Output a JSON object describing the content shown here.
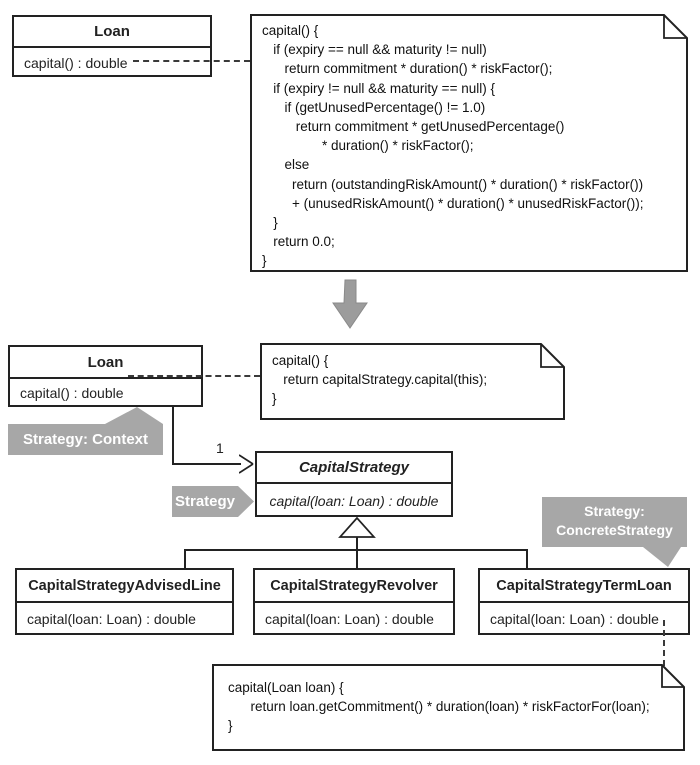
{
  "colors": {
    "line": "#222222",
    "callout_gray": "#a7a7a7",
    "arrow_gray": "#9c9c9c",
    "background": "#ffffff"
  },
  "before": {
    "loan_class": {
      "title": "Loan",
      "method": "capital() : double"
    },
    "code_note": "capital() {\n   if (expiry == null && maturity != null)\n      return commitment * duration() * riskFactor();\n   if (expiry != null && maturity == null) {\n      if (getUnusedPercentage() != 1.0)\n         return commitment * getUnusedPercentage()\n                * duration() * riskFactor();\n      else\n        return (outstandingRiskAmount() * duration() * riskFactor())\n        + (unusedRiskAmount() * duration() * unusedRiskFactor());\n   }\n   return 0.0;\n}"
  },
  "after": {
    "loan_class": {
      "title": "Loan",
      "method": "capital() : double"
    },
    "code_note": "capital() {\n   return capitalStrategy.capital(this);\n}",
    "association_multiplicity": "1",
    "capital_strategy_class": {
      "title": "CapitalStrategy",
      "method": "capital(loan: Loan) : double"
    },
    "subclasses": [
      {
        "title": "CapitalStrategyAdvisedLine",
        "method": "capital(loan: Loan) : double"
      },
      {
        "title": "CapitalStrategyRevolver",
        "method": "capital(loan: Loan) : double"
      },
      {
        "title": "CapitalStrategyTermLoan",
        "method": "capital(loan: Loan) : double"
      }
    ],
    "termloan_code_note": "capital(Loan loan) {\n      return loan.getCommitment() * duration(loan) * riskFactorFor(loan);\n}"
  },
  "callouts": {
    "context": "Strategy: Context",
    "strategy": "Strategy",
    "concrete_line1": "Strategy:",
    "concrete_line2": "ConcreteStrategy"
  }
}
